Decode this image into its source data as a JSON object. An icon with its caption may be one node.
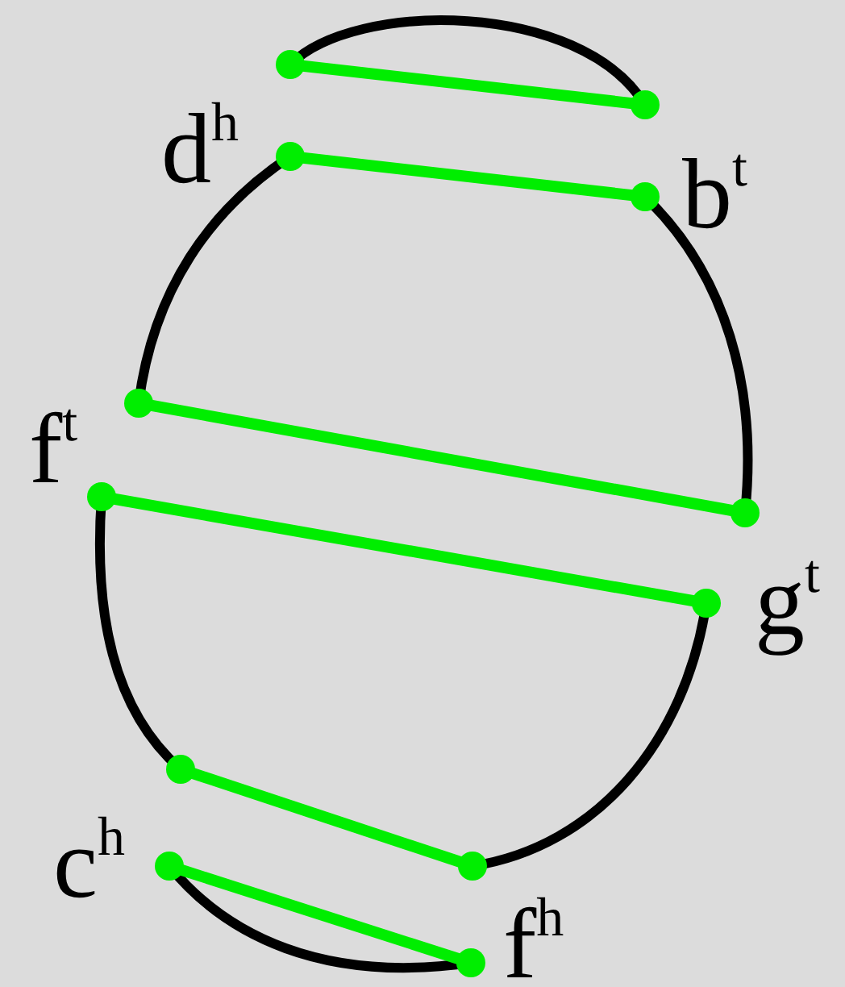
{
  "diagram": {
    "labels": [
      "d$^{h}$",
      "b$^{t}$",
      "f$^{t}$",
      "g$^{t}$",
      "c$^{h}$",
      "f$^{h}$"
    ]
  }
}
